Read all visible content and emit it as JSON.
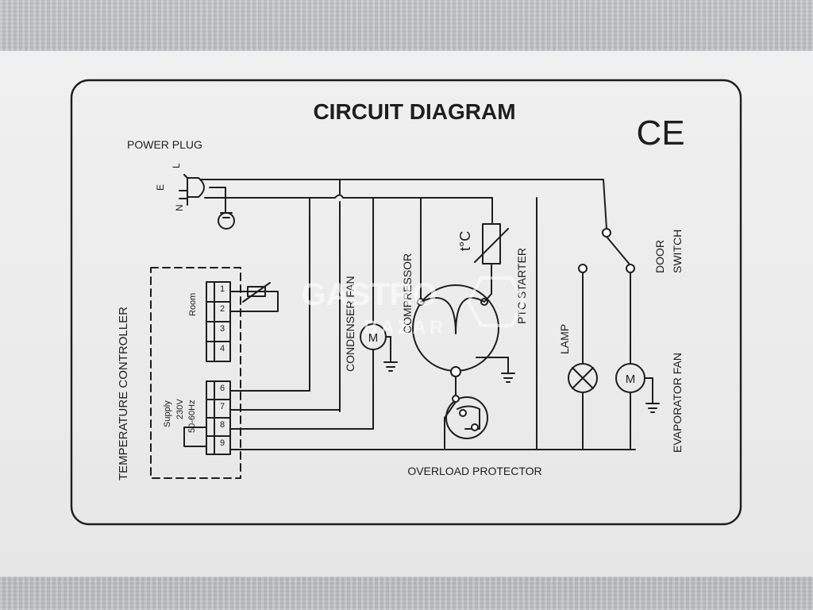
{
  "title": "CIRCUIT DIAGRAM",
  "ce_mark": "CE",
  "power_plug": {
    "label": "POWER PLUG",
    "terminals": {
      "line": "L",
      "earth": "E",
      "neutral": "N"
    }
  },
  "temperature_controller": {
    "label": "TEMPERATURE CONTROLLER",
    "room_label": "Room",
    "supply_label": "Supply",
    "supply_voltage": "230V",
    "supply_frequency": "50-60Hz",
    "terminals": [
      "1",
      "2",
      "3",
      "4",
      "6",
      "7",
      "8",
      "9"
    ]
  },
  "components": {
    "condenser_fan": "CONDENSER FAN",
    "compressor": "COMPRESSOR",
    "ptc_starter": "PTC STARTER",
    "thermostat_symbol": "t°C",
    "overload_protector": "OVERLOAD PROTECTOR",
    "lamp": "LAMP",
    "door_switch_line1": "DOOR",
    "door_switch_line2": "SWITCH",
    "evaporator_fan": "EVAPORATOR FAN",
    "motor_symbol": "M"
  },
  "watermark": {
    "line1": "GASTRO",
    "line2": "BAZAR"
  }
}
